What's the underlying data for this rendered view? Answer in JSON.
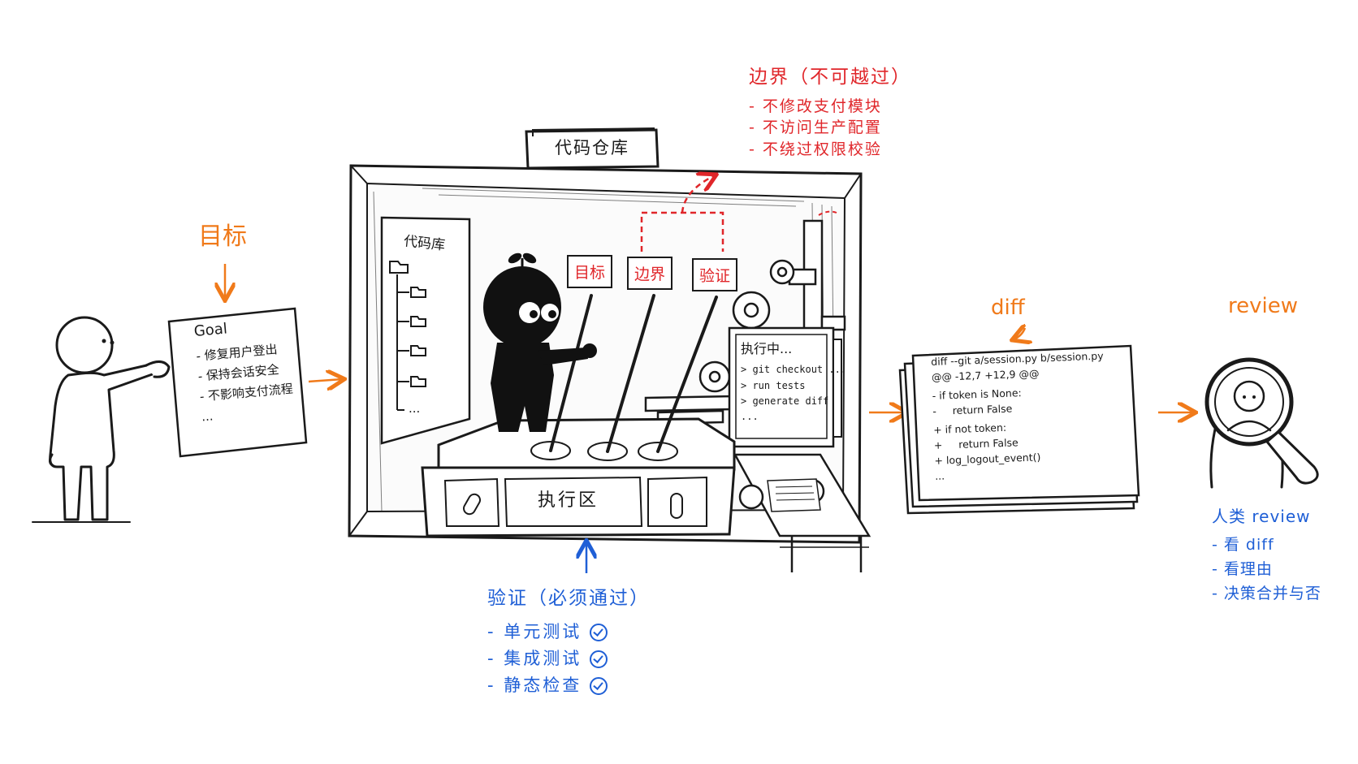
{
  "goal_section": {
    "label": "目标",
    "paper_title": "Goal",
    "items": [
      "- 修复用户登出",
      "- 保持会话安全",
      "- 不影响支付流程",
      "..."
    ]
  },
  "repo": {
    "header_label": "代码仓库",
    "panel_title": "代码库",
    "tree_more": "...",
    "exec_zone_label": "执行区",
    "signs": [
      "目标",
      "边界",
      "验证"
    ]
  },
  "terminal": {
    "title": "执行中...",
    "lines": [
      "> git checkout ...",
      "> run tests",
      "> generate diff",
      "..."
    ]
  },
  "boundary": {
    "title": "边界（不可越过）",
    "items": [
      "- 不修改支付模块",
      "- 不访问生产配置",
      "- 不绕过权限校验"
    ]
  },
  "verification": {
    "title": "验证（必须通过）",
    "items": [
      "- 单元测试",
      "- 集成测试",
      "- 静态检查"
    ]
  },
  "diff_section": {
    "label": "diff",
    "lines": [
      "diff --git a/session.py b/session.py",
      "@@ -12,7 +12,9 @@",
      "- if token is None:",
      "-     return False",
      "+ if not token:",
      "+     return False",
      "+ log_logout_event()",
      "..."
    ]
  },
  "review_section": {
    "label": "review",
    "title": "人类 review",
    "items": [
      "- 看 diff",
      "- 看理由",
      "- 决策合并与否"
    ]
  },
  "colors": {
    "orange": "#f07a1a",
    "red": "#e0262a",
    "blue": "#1f5fd6",
    "ink": "#1a1a1a"
  }
}
